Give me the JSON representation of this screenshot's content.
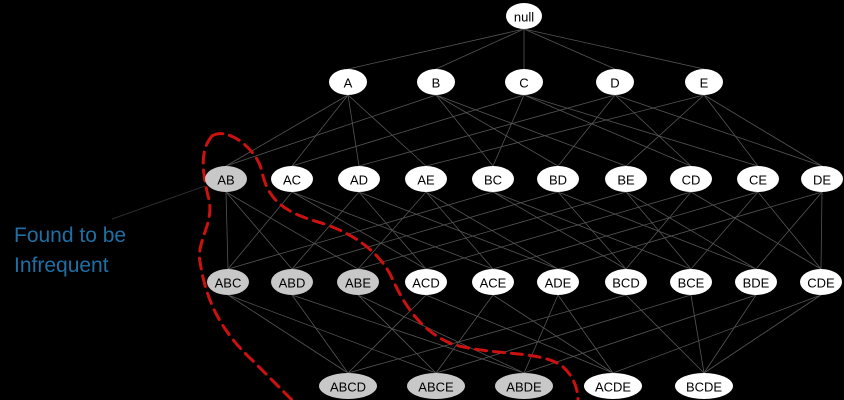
{
  "caption": {
    "line1": "Found to be",
    "line2": "Infrequent"
  },
  "colors": {
    "background": "#000000",
    "frequent_node": "#ffffff",
    "infrequent_node": "#c8c8c8",
    "edge": "#555555",
    "boundary": "#cc1111",
    "caption": "#1f6fa4"
  },
  "lattice": {
    "levels": [
      [
        {
          "id": "null",
          "label": "null",
          "infrequent": false
        }
      ],
      [
        {
          "id": "A",
          "label": "A",
          "infrequent": false
        },
        {
          "id": "B",
          "label": "B",
          "infrequent": false
        },
        {
          "id": "C",
          "label": "C",
          "infrequent": false
        },
        {
          "id": "D",
          "label": "D",
          "infrequent": false
        },
        {
          "id": "E",
          "label": "E",
          "infrequent": false
        }
      ],
      [
        {
          "id": "AB",
          "label": "AB",
          "infrequent": true
        },
        {
          "id": "AC",
          "label": "AC",
          "infrequent": false
        },
        {
          "id": "AD",
          "label": "AD",
          "infrequent": false
        },
        {
          "id": "AE",
          "label": "AE",
          "infrequent": false
        },
        {
          "id": "BC",
          "label": "BC",
          "infrequent": false
        },
        {
          "id": "BD",
          "label": "BD",
          "infrequent": false
        },
        {
          "id": "BE",
          "label": "BE",
          "infrequent": false
        },
        {
          "id": "CD",
          "label": "CD",
          "infrequent": false
        },
        {
          "id": "CE",
          "label": "CE",
          "infrequent": false
        },
        {
          "id": "DE",
          "label": "DE",
          "infrequent": false
        }
      ],
      [
        {
          "id": "ABC",
          "label": "ABC",
          "infrequent": true
        },
        {
          "id": "ABD",
          "label": "ABD",
          "infrequent": true
        },
        {
          "id": "ABE",
          "label": "ABE",
          "infrequent": true
        },
        {
          "id": "ACD",
          "label": "ACD",
          "infrequent": false
        },
        {
          "id": "ACE",
          "label": "ACE",
          "infrequent": false
        },
        {
          "id": "ADE",
          "label": "ADE",
          "infrequent": false
        },
        {
          "id": "BCD",
          "label": "BCD",
          "infrequent": false
        },
        {
          "id": "BCE",
          "label": "BCE",
          "infrequent": false
        },
        {
          "id": "BDE",
          "label": "BDE",
          "infrequent": false
        },
        {
          "id": "CDE",
          "label": "CDE",
          "infrequent": false
        }
      ],
      [
        {
          "id": "ABCD",
          "label": "ABCD",
          "infrequent": true
        },
        {
          "id": "ABCE",
          "label": "ABCE",
          "infrequent": true
        },
        {
          "id": "ABDE",
          "label": "ABDE",
          "infrequent": true
        },
        {
          "id": "ACDE",
          "label": "ACDE",
          "infrequent": false
        },
        {
          "id": "BCDE",
          "label": "BCDE",
          "infrequent": false
        }
      ]
    ]
  }
}
